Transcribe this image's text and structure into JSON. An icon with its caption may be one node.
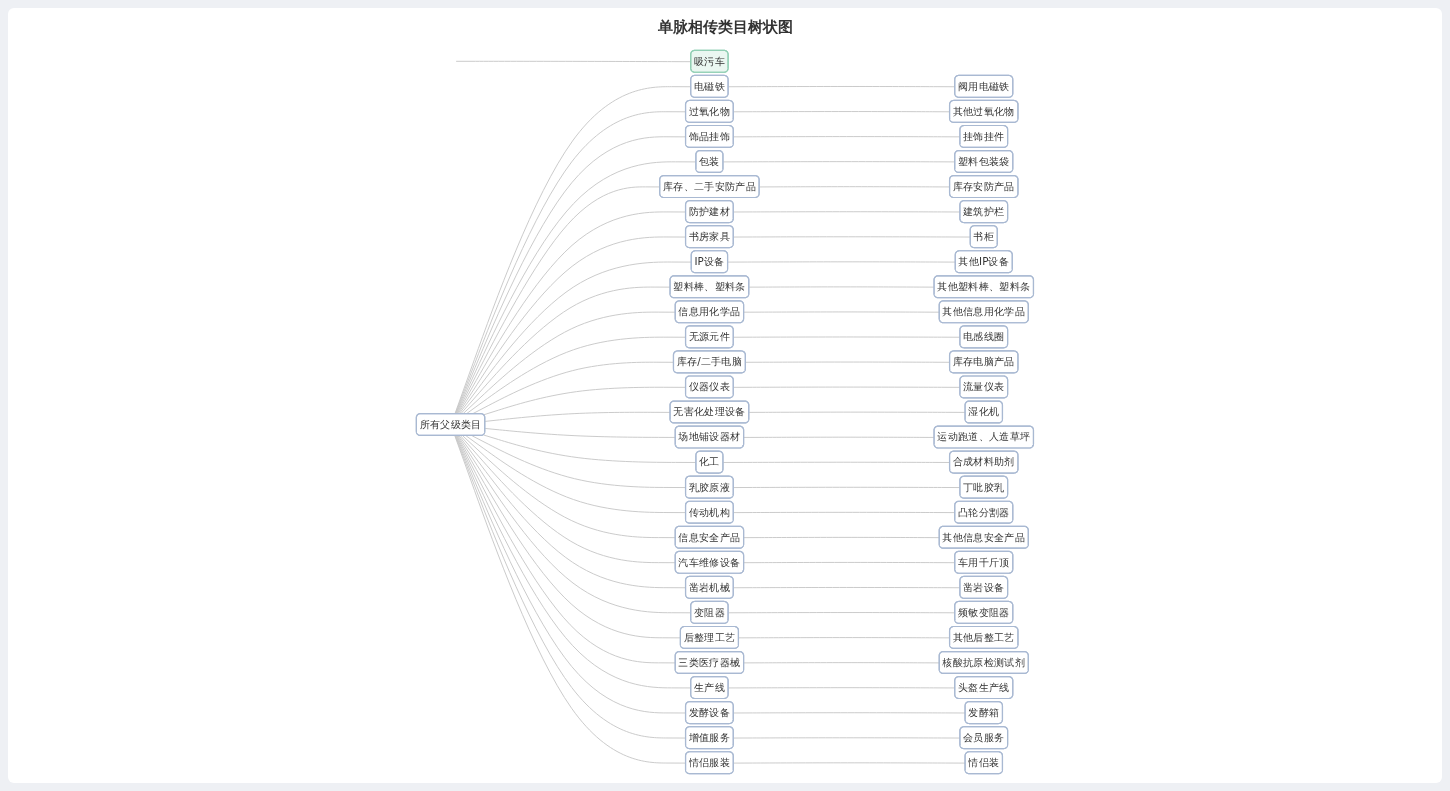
{
  "diagram": {
    "title": "单脉相传类目树状图",
    "nodes": [
      {
        "text": [
          "吸污车"
        ]
      },
      {
        "text": [
          "所有父级类目"
        ]
      },
      {
        "text": [
          "电磁铁"
        ]
      },
      {
        "text": [
          "阀用电磁铁"
        ]
      },
      {
        "text": [
          "过氧化物"
        ]
      },
      {
        "text": [
          "其他过氧化物"
        ]
      },
      {
        "text": [
          "饰品挂饰"
        ]
      },
      {
        "text": [
          "挂饰挂件"
        ]
      },
      {
        "text": [
          "包装"
        ]
      },
      {
        "text": [
          "塑料包装袋"
        ]
      },
      {
        "text": [
          "库存、二手安防产品"
        ]
      },
      {
        "text": [
          "库存安防产品"
        ]
      },
      {
        "text": [
          "防护建材"
        ]
      },
      {
        "text": [
          "建筑护栏"
        ]
      },
      {
        "text": [
          "书房家具"
        ]
      },
      {
        "text": [
          "书柜"
        ]
      },
      {
        "text": [
          "IP设备"
        ]
      },
      {
        "text": [
          "其他IP设备"
        ]
      },
      {
        "text": [
          "塑料棒、塑料条"
        ]
      },
      {
        "text": [
          "其他塑料棒、塑料条"
        ]
      },
      {
        "text": [
          "信息用化学品"
        ]
      },
      {
        "text": [
          "其他信息用化学品"
        ]
      },
      {
        "text": [
          "无源元件"
        ]
      },
      {
        "text": [
          "电感线圈"
        ]
      },
      {
        "text": [
          "库存/二手电脑"
        ]
      },
      {
        "text": [
          "库存电脑产品"
        ]
      },
      {
        "text": [
          "仪器仪表"
        ]
      },
      {
        "text": [
          "流量仪表"
        ]
      },
      {
        "text": [
          "无害化处理设备"
        ]
      },
      {
        "text": [
          "湿化机"
        ]
      },
      {
        "text": [
          "场地铺设器材"
        ]
      },
      {
        "text": [
          "运动跑道、人造草坪"
        ]
      },
      {
        "text": [
          "化工"
        ]
      },
      {
        "text": [
          "合成材料助剂"
        ]
      },
      {
        "text": [
          "乳胶原液"
        ]
      },
      {
        "text": [
          "丁吡胶乳"
        ]
      },
      {
        "text": [
          "传动机构"
        ]
      },
      {
        "text": [
          "凸轮分割器"
        ]
      },
      {
        "text": [
          "信息安全产品"
        ]
      },
      {
        "text": [
          "其他信息安全产品"
        ]
      },
      {
        "text": [
          "汽车维修设备"
        ]
      },
      {
        "text": [
          "车用千斤顶"
        ]
      },
      {
        "text": [
          "凿岩机械"
        ]
      },
      {
        "text": [
          "凿岩设备"
        ]
      },
      {
        "text": [
          "变阻器"
        ]
      },
      {
        "text": [
          "频敏变阻器"
        ]
      },
      {
        "text": [
          "后整理工艺"
        ]
      },
      {
        "text": [
          "其他后整工艺"
        ]
      },
      {
        "text": [
          "三类医疗器械"
        ]
      },
      {
        "text": [
          "核酸抗原检测试剂"
        ]
      },
      {
        "text": [
          "生产线"
        ]
      },
      {
        "text": [
          "头盔生产线"
        ]
      },
      {
        "text": [
          "发酵设备"
        ]
      },
      {
        "text": [
          "发酵箱"
        ]
      },
      {
        "text": [
          "增值服务"
        ]
      },
      {
        "text": [
          "会员服务"
        ]
      },
      {
        "text": [
          "情侣服装"
        ]
      },
      {
        "text": [
          "情侣装"
        ]
      }
    ],
    "edges": [
      {
        "from": null,
        "to": 0,
        "arrow": "none"
      },
      {
        "from": 1,
        "to": 2,
        "arrow": "none"
      },
      {
        "from": 1,
        "to": 4,
        "arrow": "none"
      },
      {
        "from": 1,
        "to": 6,
        "arrow": "none"
      },
      {
        "from": 1,
        "to": 8,
        "arrow": "none"
      },
      {
        "from": 1,
        "to": 10,
        "arrow": "none"
      },
      {
        "from": 1,
        "to": 12,
        "arrow": "none"
      },
      {
        "from": 1,
        "to": 14,
        "arrow": "none"
      },
      {
        "from": 1,
        "to": 16,
        "arrow": "none"
      },
      {
        "from": 1,
        "to": 18,
        "arrow": "none"
      },
      {
        "from": 1,
        "to": 20,
        "arrow": "none"
      },
      {
        "from": 1,
        "to": 22,
        "arrow": "none"
      },
      {
        "from": 1,
        "to": 24,
        "arrow": "none"
      },
      {
        "from": 1,
        "to": 26,
        "arrow": "none"
      },
      {
        "from": 1,
        "to": 28,
        "arrow": "none"
      },
      {
        "from": 1,
        "to": 30,
        "arrow": "none"
      },
      {
        "from": 1,
        "to": 32,
        "arrow": "none"
      },
      {
        "from": 1,
        "to": 34,
        "arrow": "none"
      },
      {
        "from": 1,
        "to": 36,
        "arrow": "none"
      },
      {
        "from": 1,
        "to": 38,
        "arrow": "none"
      },
      {
        "from": 1,
        "to": 40,
        "arrow": "none"
      },
      {
        "from": 1,
        "to": 42,
        "arrow": "none"
      },
      {
        "from": 1,
        "to": 44,
        "arrow": "none"
      },
      {
        "from": 1,
        "to": 46,
        "arrow": "none"
      },
      {
        "from": 1,
        "to": 48,
        "arrow": "none"
      },
      {
        "from": 1,
        "to": 50,
        "arrow": "none"
      },
      {
        "from": 1,
        "to": 52,
        "arrow": "none"
      },
      {
        "from": 1,
        "to": 54,
        "arrow": "none"
      },
      {
        "from": 1,
        "to": 56,
        "arrow": "none"
      },
      {
        "from": 2,
        "to": 3,
        "arrow": "none"
      },
      {
        "from": 4,
        "to": 5,
        "arrow": "none"
      },
      {
        "from": 6,
        "to": 7,
        "arrow": "none"
      },
      {
        "from": 8,
        "to": 9,
        "arrow": "none"
      },
      {
        "from": 10,
        "to": 11,
        "arrow": "none"
      },
      {
        "from": 12,
        "to": 13,
        "arrow": "none"
      },
      {
        "from": 14,
        "to": 15,
        "arrow": "none"
      },
      {
        "from": 16,
        "to": 17,
        "arrow": "none"
      },
      {
        "from": 18,
        "to": 19,
        "arrow": "none"
      },
      {
        "from": 20,
        "to": 21,
        "arrow": "none"
      },
      {
        "from": 22,
        "to": 23,
        "arrow": "none"
      },
      {
        "from": 24,
        "to": 25,
        "arrow": "none"
      },
      {
        "from": 26,
        "to": 27,
        "arrow": "none"
      },
      {
        "from": 28,
        "to": 29,
        "arrow": "none"
      },
      {
        "from": 30,
        "to": 31,
        "arrow": "none"
      },
      {
        "from": 32,
        "to": 33,
        "arrow": "none"
      },
      {
        "from": 34,
        "to": 35,
        "arrow": "none"
      },
      {
        "from": 36,
        "to": 37,
        "arrow": "none"
      },
      {
        "from": 38,
        "to": 39,
        "arrow": "none"
      },
      {
        "from": 40,
        "to": 41,
        "arrow": "none"
      },
      {
        "from": 42,
        "to": 43,
        "arrow": "none"
      },
      {
        "from": 44,
        "to": 45,
        "arrow": "none"
      },
      {
        "from": 46,
        "to": 47,
        "arrow": "none"
      },
      {
        "from": 48,
        "to": 49,
        "arrow": "none"
      },
      {
        "from": 50,
        "to": 51,
        "arrow": "none"
      },
      {
        "from": 52,
        "to": 53,
        "arrow": "none"
      },
      {
        "from": 54,
        "to": 55,
        "arrow": "none"
      },
      {
        "from": 56,
        "to": 57,
        "arrow": "none"
      }
    ]
  }
}
